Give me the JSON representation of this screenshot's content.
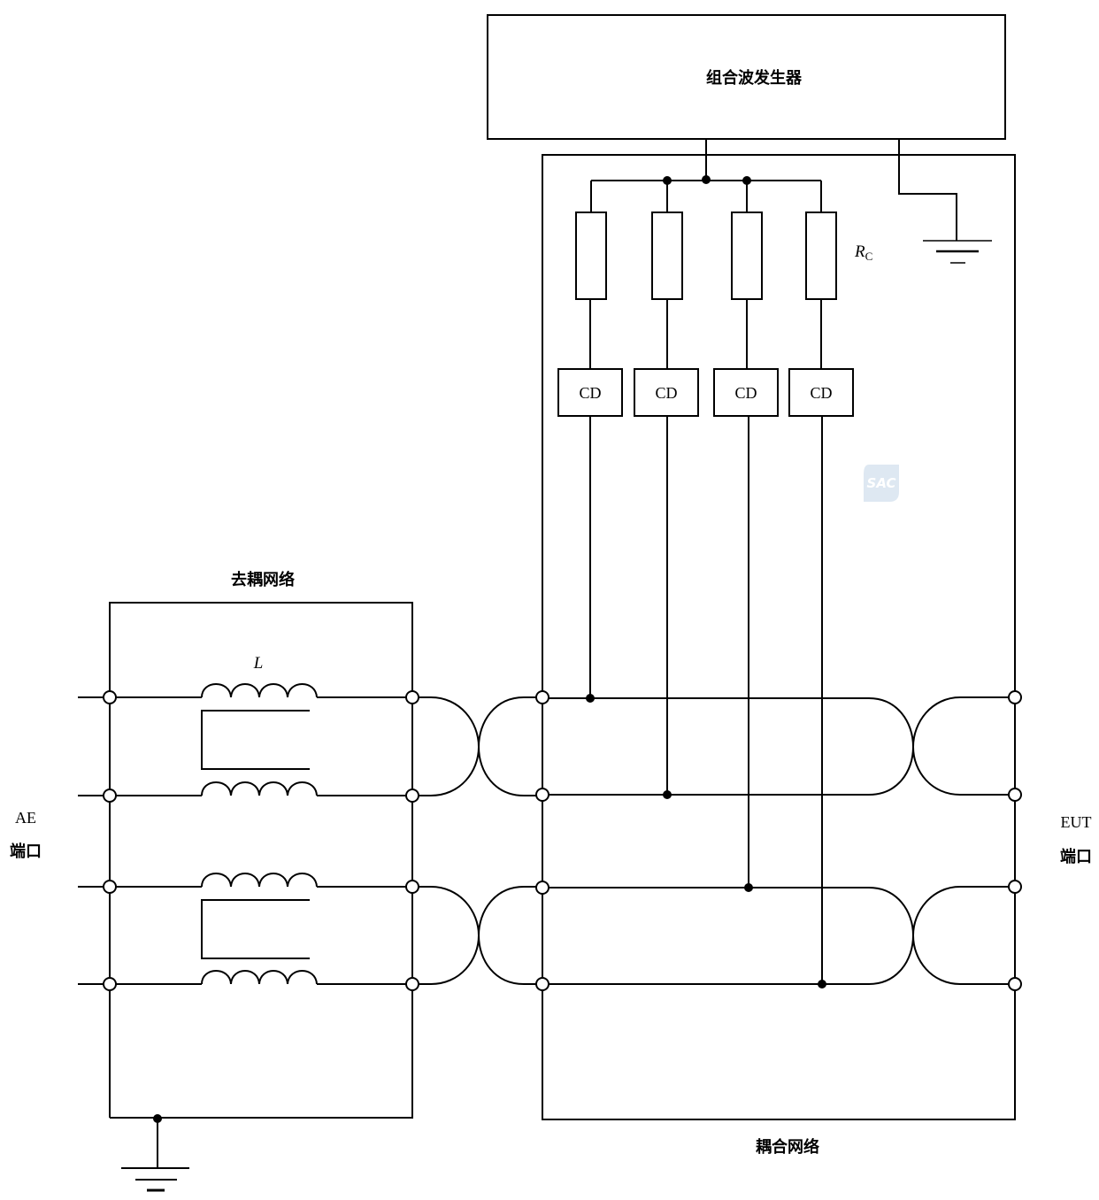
{
  "title": "组合波发生器 耦合/去耦网络示意图",
  "generator": {
    "label": "组合波发生器"
  },
  "coupling_network": {
    "label": "耦合网络",
    "resistor_label": "R",
    "resistor_subscript": "C",
    "cd_labels": [
      "CD",
      "CD",
      "CD",
      "CD"
    ]
  },
  "decoupling_network": {
    "label": "去耦网络",
    "inductor_label": "L"
  },
  "ports": {
    "ae": {
      "line1": "AE",
      "line2": "端口"
    },
    "eut": {
      "line1": "EUT",
      "line2": "端口"
    }
  },
  "watermark": {
    "text": "SAC",
    "color": "#d3e0ee"
  },
  "colors": {
    "line": "#000000",
    "background": "#ffffff"
  }
}
